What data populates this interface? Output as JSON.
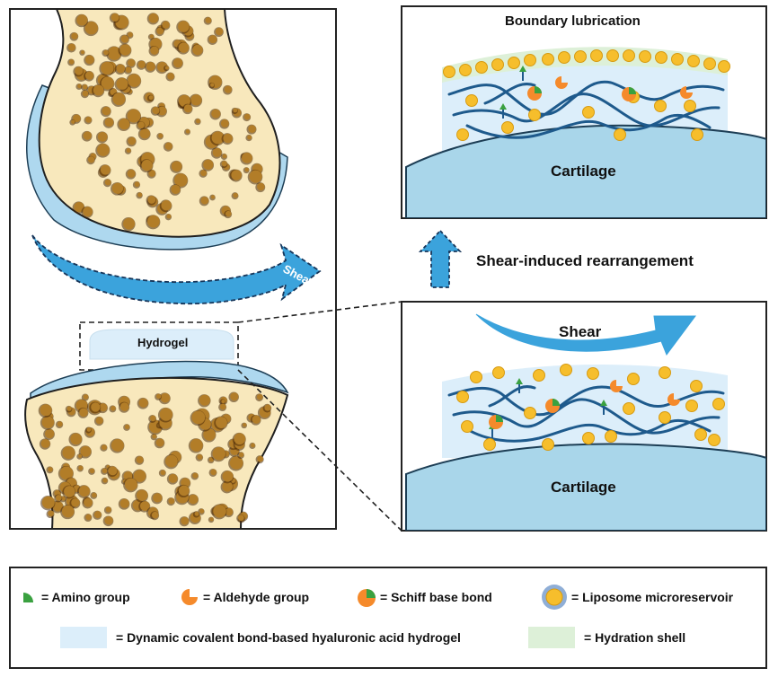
{
  "colors": {
    "bone": "#f8e8bc",
    "bone_stroke": "#1f1f1f",
    "pore": "#9a6a1e",
    "pore_dark": "#4a2a08",
    "cartilage": "#a9d6ea",
    "cartilage_stroke": "#1d3e55",
    "hydrogel": "#dceefa",
    "hydration_shell": "#ddf0d8",
    "shear_arrow": "#3ba3dc",
    "chain": "#1e5a8c",
    "liposome": "#f6be2c",
    "liposome_ring": "#8faed6",
    "amino": "#3aa140",
    "aldehyde": "#f58a2b"
  },
  "left_panel": {
    "shear_label": "Shear",
    "hydrogel_label": "Hydrogel"
  },
  "top_right_panel": {
    "title": "Boundary lubrication",
    "cartilage_label": "Cartilage"
  },
  "middle": {
    "rearrangement_label": "Shear-induced rearrangement"
  },
  "bottom_right_panel": {
    "shear_label": "Shear",
    "cartilage_label": "Cartilage"
  },
  "legend": {
    "amino": "= Amino group",
    "aldehyde": "= Aldehyde group",
    "schiff": "= Schiff base bond",
    "liposome": "= Liposome microreservoir",
    "hydrogel": "= Dynamic covalent bond-based hyaluronic acid hydrogel",
    "hydration": "= Hydration shell"
  },
  "icons": {
    "amino_icon": "green-quarter-circle",
    "aldehyde_icon": "orange-pacman",
    "schiff_icon": "orange-circle-green-wedge",
    "liposome_icon": "yellow-circle-blue-ring"
  }
}
